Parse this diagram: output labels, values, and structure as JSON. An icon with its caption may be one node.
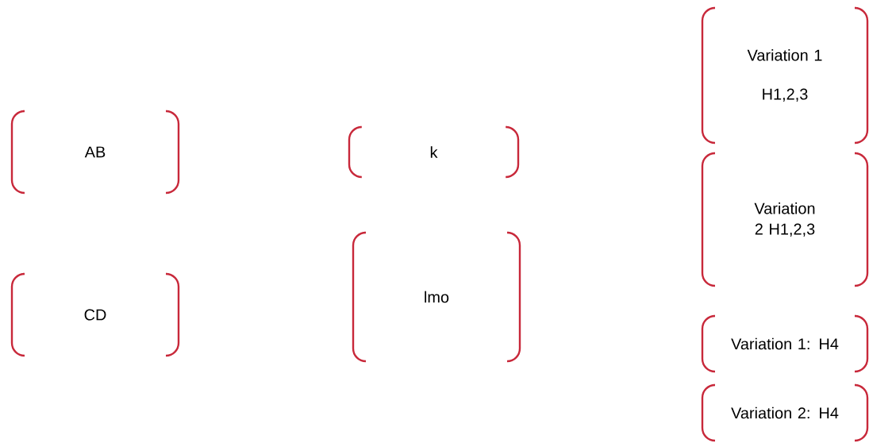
{
  "diagram": {
    "nodes": [
      {
        "text": [
          "AB"
        ]
      },
      {
        "text": [
          "CD"
        ]
      },
      {
        "text": [
          "k"
        ]
      },
      {
        "text": [
          "lmo"
        ]
      },
      {
        "text": [
          "Variation 1",
          "H1,2,3"
        ]
      },
      {
        "text": [
          "Variation 2 H1,2,3"
        ]
      },
      {
        "text": [
          "Variation 1: H4"
        ]
      },
      {
        "text": [
          "Variation 2: H4"
        ]
      }
    ]
  }
}
